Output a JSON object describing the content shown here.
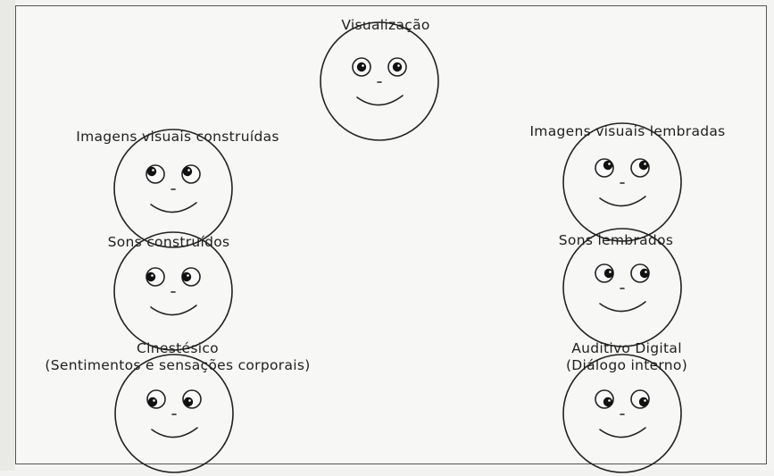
{
  "diagram": {
    "faces": [
      {
        "id": "visualizacao",
        "label_lines": [
          "Visualização"
        ],
        "gaze": "center"
      },
      {
        "id": "imagens-visuais-construidas",
        "label_lines": [
          "Imagens visuais construídas"
        ],
        "gaze": "up-left"
      },
      {
        "id": "imagens-visuais-lembradas",
        "label_lines": [
          "Imagens visuais lembradas"
        ],
        "gaze": "up-right"
      },
      {
        "id": "sons-construidos",
        "label_lines": [
          "Sons construídos"
        ],
        "gaze": "left"
      },
      {
        "id": "sons-lembrados",
        "label_lines": [
          "Sons lembrados"
        ],
        "gaze": "right"
      },
      {
        "id": "cinestesico",
        "label_lines": [
          "Cinestésico",
          "(Sentimentos e sensações corporais)"
        ],
        "gaze": "down-left"
      },
      {
        "id": "auditivo-digital",
        "label_lines": [
          "Auditivo Digital",
          "(Diálogo interno)"
        ],
        "gaze": "down-right"
      }
    ]
  }
}
